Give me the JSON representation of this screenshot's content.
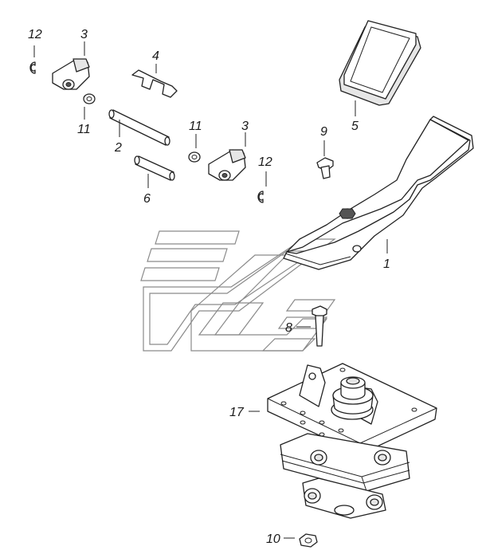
{
  "labels": {
    "p1": "1",
    "p2": "2",
    "p3a": "3",
    "p3b": "3",
    "p4": "4",
    "p5": "5",
    "p6": "6",
    "p8": "8",
    "p9": "9",
    "p10": "10",
    "p11a": "11",
    "p11b": "11",
    "p12a": "12",
    "p12b": "12",
    "p17": "17"
  }
}
